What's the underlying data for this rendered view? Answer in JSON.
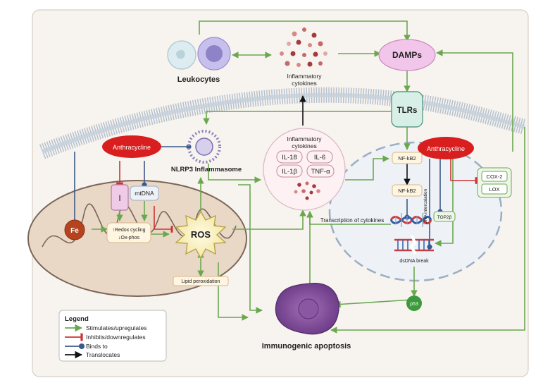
{
  "colors": {
    "stimulate": "#6aa84f",
    "inhibit": "#cc3333",
    "binds": "#3b5a8a",
    "translocate": "#111111",
    "anthracycline": "#d81e1e",
    "damps": "#f2c6ea",
    "tlrs": "#d7efe6",
    "frame_bg": "#f7f3ef"
  },
  "labels": {
    "leukocytes": "Leukocytes",
    "infl_cyt_top": "Inflammatory",
    "infl_cyt_top2": "cytokines",
    "damps": "DAMPs",
    "tlrs": "TLRs",
    "anthracycline_left": "Anthracycline",
    "anthracycline_right": "Anthracycline",
    "nlrp3": "NLRP3 Inflammasome",
    "infl_cyt_mid": "Inflammatory",
    "infl_cyt_mid2": "cytokines",
    "il18": "IL-18",
    "il6": "IL-6",
    "il1b": "IL-1β",
    "tnfa": "TNF-α",
    "complex_i": "I",
    "mtdna": "mtDNA",
    "fe": "Fe",
    "redox": "↑Redox cycling",
    "oxphos": "↓Ox-phos",
    "ros": "ROS",
    "lipid": "Lipid peroxidation",
    "nfkb_top": "NF-kB2",
    "nfkb_bottom": "NF-kB2",
    "dna_intercalation": "DNA intercalation",
    "top2b": "TOP2β",
    "transcription": "Transcription of cytokines",
    "dsdna": "dsDNA break",
    "p53": "p53",
    "cox2": "COX-2",
    "lox": "LOX",
    "apoptosis": "Immunogenic apoptosis"
  },
  "legend": {
    "title": "Legend",
    "items": [
      {
        "label": "Stimulates/upregulates",
        "kind": "stimulate"
      },
      {
        "label": "Inhibits/downregulates",
        "kind": "inhibit"
      },
      {
        "label": "Binds to",
        "kind": "binds"
      },
      {
        "label": "Translocates",
        "kind": "translocate"
      }
    ]
  }
}
